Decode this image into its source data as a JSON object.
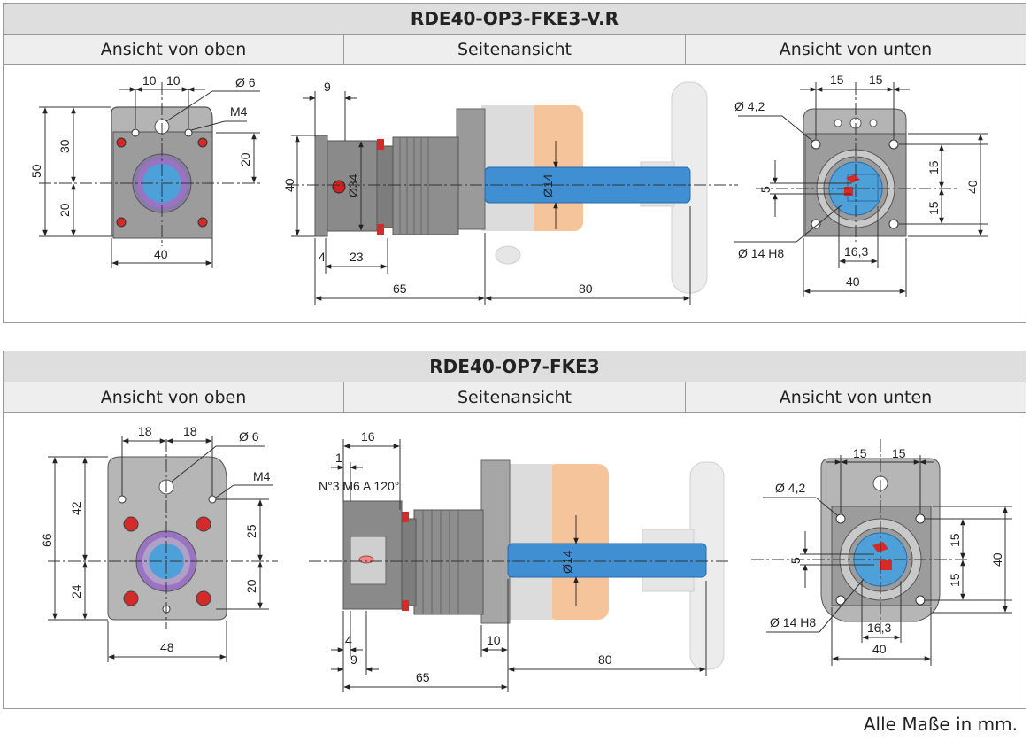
{
  "panels": [
    {
      "title": "RDE40-OP3-FKE3-V.R",
      "headings": [
        "Ansicht von oben",
        "Seitenansicht",
        "Ansicht von unten"
      ],
      "top": {
        "d1": "10",
        "d2": "10",
        "hole": "Ø 6",
        "thread": "M4",
        "h_total": "50",
        "h_up": "30",
        "h_down": "20",
        "h_right": "20",
        "width": "40"
      },
      "side": {
        "d9": "9",
        "d40": "40",
        "d34": "Ø34",
        "d14": "Ø14",
        "d4": "4",
        "d23": "23",
        "d65": "65",
        "d80": "80"
      },
      "bottom": {
        "d1": "15",
        "d2": "15",
        "hole": "Ø 4,2",
        "d5": "5",
        "d15a": "15",
        "d15b": "15",
        "h40": "40",
        "bore": "Ø 14 H8",
        "d163": "16,3",
        "w40": "40"
      }
    },
    {
      "title": "RDE40-OP7-FKE3",
      "headings": [
        "Ansicht von oben",
        "Seitenansicht",
        "Ansicht von unten"
      ],
      "top": {
        "d1": "18",
        "d2": "18",
        "hole": "Ø 6",
        "thread": "M4",
        "h_total": "66",
        "h_up": "42",
        "h_down": "24",
        "h_r1": "25",
        "h_r2": "20",
        "width": "48"
      },
      "side": {
        "d16": "16",
        "d1": "1",
        "note": "N°3 M6 A 120°",
        "d14": "Ø14",
        "d4": "4",
        "d9": "9",
        "d10": "10",
        "d65": "65",
        "d80": "80"
      },
      "bottom": {
        "d1": "15",
        "d2": "15",
        "hole": "Ø 4,2",
        "d5": "5",
        "d15a": "15",
        "d15b": "15",
        "h40": "40",
        "bore": "Ø 14 H8",
        "d163": "16,3",
        "w40": "40"
      }
    }
  ],
  "footer": "Alle Maße in mm.",
  "colors": {
    "header_bg": "#dedede",
    "subheader_bg": "#eeeeee",
    "border": "#9a9a9a",
    "housing": "#9c9c9c",
    "shaft": "#3f8fd2",
    "orange": "#f5c49a",
    "red": "#d42a2a",
    "purple": "#9a74c2",
    "white_part": "#ececec"
  }
}
